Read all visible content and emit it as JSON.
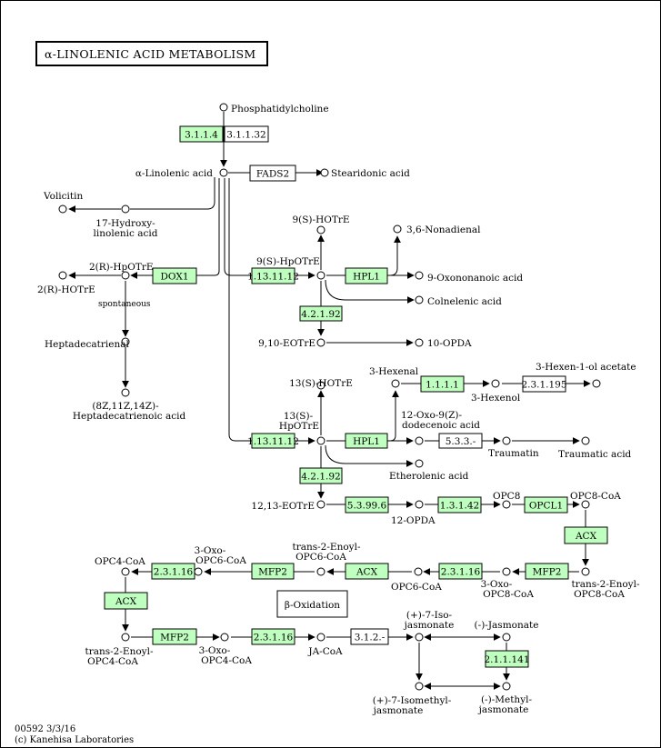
{
  "title": "α-LINOLENIC ACID METABOLISM",
  "footer": {
    "map_id": "00592 3/3/16",
    "copyright": "(c) Kanehisa Laboratories"
  },
  "compounds": {
    "phosphatidylcholine": "Phosphatidylcholine",
    "alpha_linolenic_acid": "α-Linolenic acid",
    "stearidonic_acid": "Stearidonic acid",
    "volicitin": "Volicitin",
    "hydroxy_linolenic_1": "17-Hydroxy-",
    "hydroxy_linolenic_2": "linolenic acid",
    "r_hpotre": "2(R)-HpOTrE",
    "r_hotre": "2(R)-HOTrE",
    "spontaneous": "spontaneous",
    "heptadecatrienal": "Heptadecatrienal",
    "heptadecatrienoic_1": "(8Z,11Z,14Z)-",
    "heptadecatrienoic_2": "Heptadecatrienoic acid",
    "s9_hotre": "9(S)-HOTrE",
    "nonadienal": "3,6-Nonadienal",
    "s9_hpotre": "9(S)-HpOTrE",
    "oxononanoic": "9-Oxononanoic acid",
    "colnelenic": "Colnelenic acid",
    "eotre_910": "9,10-EOTrE",
    "opda_10": "10-OPDA",
    "hexenal": "3-Hexenal",
    "hexenyl_acetate": "3-Hexen-1-ol acetate",
    "hexenol": "3-Hexenol",
    "s13_hotre": "13(S)-HOTrE",
    "s13_hpotre_1": "13(S)-",
    "s13_hpotre_2": "HpOTrE",
    "oxododecenoic_1": "12-Oxo-9(Z)-",
    "oxododecenoic_2": "dodecenoic acid",
    "traumatin": "Traumatin",
    "traumatic": "Traumatic acid",
    "etherolenic": "Etherolenic acid",
    "eotre_1213": "12,13-EOTrE",
    "opda_12": "12-OPDA",
    "opc8": "OPC8",
    "opc8_coa": "OPC8-CoA",
    "opc4_coa": "OPC4-CoA",
    "oxo_opc6_1": "3-Oxo-",
    "oxo_opc6_2": "OPC6-CoA",
    "enoyl_opc6_1": "trans-2-Enoyl-",
    "enoyl_opc6_2": "OPC6-CoA",
    "opc6_coa": "OPC6-CoA",
    "oxo_opc8_1": "3-Oxo-",
    "oxo_opc8_2": "OPC8-CoA",
    "enoyl_opc8_1": "trans-2-Enoyl-",
    "enoyl_opc8_2": "OPC8-CoA",
    "beta_oxidation": "β-Oxidation",
    "enoyl_opc4_1": "trans-2-Enoyl-",
    "enoyl_opc4_2": "OPC4-CoA",
    "oxo_opc4_1": "3-Oxo-",
    "oxo_opc4_2": "OPC4-CoA",
    "ja_coa": "JA-CoA",
    "iso_jasmonate_1": "(+)-7-Iso-",
    "iso_jasmonate_2": "jasmonate",
    "jasmonate": "(-)-Jasmonate",
    "isomethyl_1": "(+)-7-Isomethyl-",
    "isomethyl_2": "jasmonate",
    "methyl_jasm_1": "(-)-Methyl-",
    "methyl_jasm_2": "jasmonate"
  },
  "enzymes": {
    "e_3114": "3.1.1.4",
    "e_31132": "3.1.1.32",
    "fads2": "FADS2",
    "dox1": "DOX1",
    "e_1131112_a": "1.13.11.12",
    "hpl1_a": "HPL1",
    "e_42192_a": "4.2.1.92",
    "e_1111": "1.1.1.1",
    "e_231195": "2.3.1.195",
    "e_1131112_b": "1.13.11.12",
    "hpl1_b": "HPL1",
    "e_533": "5.3.3.-",
    "e_42192_b": "4.2.1.92",
    "e_539_96": "5.3.99.6",
    "e_13142": "1.3.1.42",
    "opcl1": "OPCL1",
    "acx_a": "ACX",
    "e_23116_a": "2.3.1.16",
    "mfp2_a": "MFP2",
    "acx_b": "ACX",
    "mfp2_b": "MFP2",
    "e_23116_b": "2.3.1.16",
    "acx_c": "ACX",
    "mfp2_c": "MFP2",
    "e_23116_c": "2.3.1.16",
    "e_312": "3.1.2.-",
    "e_211141": "2.1.1.141"
  },
  "colors": {
    "gene_box_fill": "#bfffbf",
    "line": "#000000",
    "background": "#ffffff"
  }
}
